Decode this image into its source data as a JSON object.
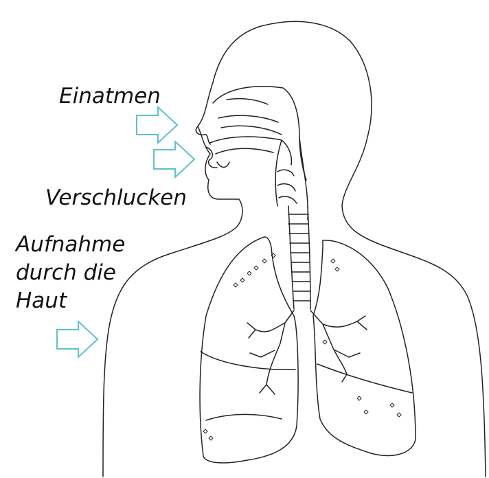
{
  "labels": {
    "inhale": "Einatmen",
    "swallow": "Verschlucken",
    "skin": [
      "Aufnahme",
      "durch die",
      "Haut"
    ]
  },
  "colors": {
    "arrow": "#5bc3cc",
    "outline": "#222222",
    "background": "#ffffff"
  },
  "icons": {
    "arrow": "right-arrow-icon"
  }
}
